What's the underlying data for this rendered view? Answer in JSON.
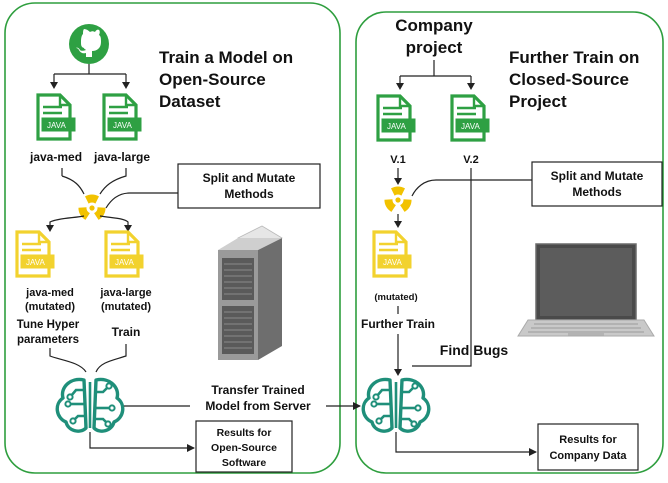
{
  "left_panel": {
    "title_lines": [
      "Train a Model on",
      "Open-Source",
      "Dataset"
    ],
    "files": [
      {
        "badge": "JAVA",
        "label": "java-med"
      },
      {
        "badge": "JAVA",
        "label": "java-large"
      }
    ],
    "mutated_files": [
      {
        "badge": "JAVA",
        "label_lines": [
          "java-med",
          "(mutated)"
        ]
      },
      {
        "badge": "JAVA",
        "label_lines": [
          "java-large",
          "(mutated)"
        ]
      }
    ],
    "split_box_lines": [
      "Split and Mutate",
      "Methods"
    ],
    "tune_lines": [
      "Tune Hyper",
      "parameters"
    ],
    "train_label": "Train",
    "results_lines": [
      "Results for",
      "Open-Source",
      "Software"
    ]
  },
  "right_panel": {
    "company_lines": [
      "Company",
      "project"
    ],
    "title_lines": [
      "Further Train on",
      "Closed-Source",
      "Project"
    ],
    "files": [
      {
        "badge": "JAVA",
        "label": "V.1"
      },
      {
        "badge": "JAVA",
        "label": "V.2"
      }
    ],
    "mutated_file": {
      "badge": "JAVA",
      "label": "(mutated)"
    },
    "split_box_lines": [
      "Split and Mutate",
      "Methods"
    ],
    "further_train_label": "Further Train",
    "find_bugs_label": "Find Bugs",
    "results_lines": [
      "Results for",
      "Company Data"
    ]
  },
  "transfer_lines": [
    "Transfer Trained",
    "Model from Server"
  ],
  "colors": {
    "panel_border": "#2e9e3e",
    "java_green": "#2ea043",
    "java_yellow": "#f2d22e",
    "brain_teal": "#1f8f7a",
    "hazard": "#f2c200",
    "line": "#222222"
  },
  "icons": [
    "github-icon",
    "radiation-icon",
    "server-rack-icon",
    "laptop-icon",
    "neural-brain-icon"
  ]
}
